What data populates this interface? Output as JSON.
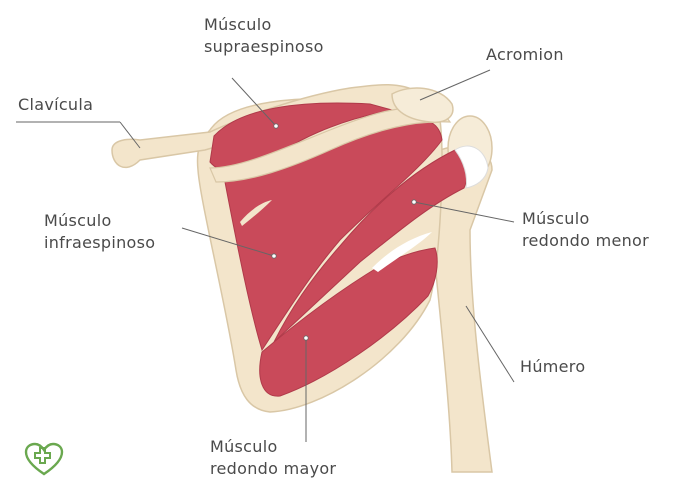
{
  "labels": {
    "supraespinoso": [
      "Músculo",
      "supraespinoso"
    ],
    "acromion": "Acromion",
    "clavicula": "Clavícula",
    "infraespinoso": [
      "Músculo",
      "infraespinoso"
    ],
    "redondo_menor": [
      "Músculo",
      "redondo menor"
    ],
    "humero": "Húmero",
    "redondo_mayor": [
      "Músculo",
      "redondo mayor"
    ]
  },
  "colors": {
    "muscle": "#c94a5a",
    "muscle_stroke": "#b03a4a",
    "bone": "#f3e5cb",
    "bone_stroke": "#d9c7a6",
    "leader": "#666666",
    "logo": "#6aa84f"
  }
}
